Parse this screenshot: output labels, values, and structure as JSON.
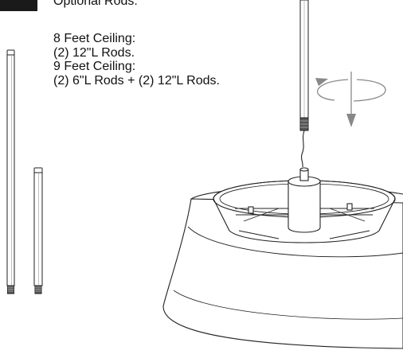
{
  "header": {
    "label": "Optional Rods:"
  },
  "notes": [
    "8 Feet Ceiling:",
    "(2) 12\"L Rods.",
    "9 Feet Ceiling:",
    "(2) 6\"L Rods + (2) 12\"L Rods."
  ],
  "parts": {
    "rods": [
      "long-rod",
      "short-rod"
    ],
    "fixture": [
      "downrod",
      "wire",
      "coupler",
      "canopy-bowl",
      "fan-housing"
    ],
    "icons": [
      "rotate-arrow-icon",
      "down-arrow-icon"
    ]
  }
}
